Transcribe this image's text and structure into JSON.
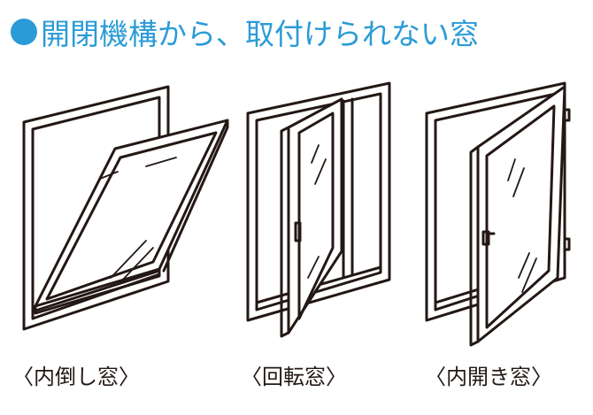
{
  "title": {
    "text": "開閉機構から、取付けられない窓",
    "bullet_color": "#2a9bd6",
    "text_color": "#2a9bd6"
  },
  "windows": [
    {
      "caption": "〈内倒し窓〉",
      "icon": "hopper-window-icon"
    },
    {
      "caption": "〈回転窓〉",
      "icon": "pivot-window-icon"
    },
    {
      "caption": "〈内開き窓〉",
      "icon": "casement-window-icon"
    }
  ],
  "colors": {
    "line": "#231815",
    "background": "#ffffff"
  }
}
